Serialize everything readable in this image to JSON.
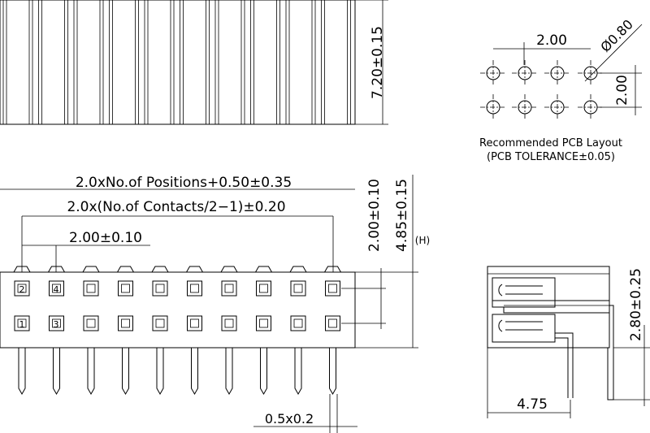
{
  "colors": {
    "line": "#000000",
    "background": "#ffffff"
  },
  "top_view": {
    "height_dim": "7.20±0.15"
  },
  "pcb_layout": {
    "pitch_horizontal": "2.00",
    "hole_diameter": "Ø0.80",
    "pitch_vertical": "2.00",
    "title": "Recommended PCB Layout",
    "tolerance": "(PCB TOLERANCE±0.05)"
  },
  "front_view": {
    "dim_total_length": "2.0xNo.of Positions+0.50±0.35",
    "dim_contacts": "2.0x(No.of Contacts/2−1)±0.20",
    "dim_pitch": "2.00±0.10",
    "dim_row_pitch": "2.00±0.10",
    "dim_height": "4.85±0.15",
    "height_marker": "(H)",
    "pin_dim": "0.5x0.2",
    "pin_numbers": {
      "top_left": "2",
      "top_second": "4",
      "bottom_left": "1",
      "bottom_second": "3"
    }
  },
  "side_view": {
    "dim_pin_offset": "2.80±0.25",
    "dim_width": "4.75"
  }
}
